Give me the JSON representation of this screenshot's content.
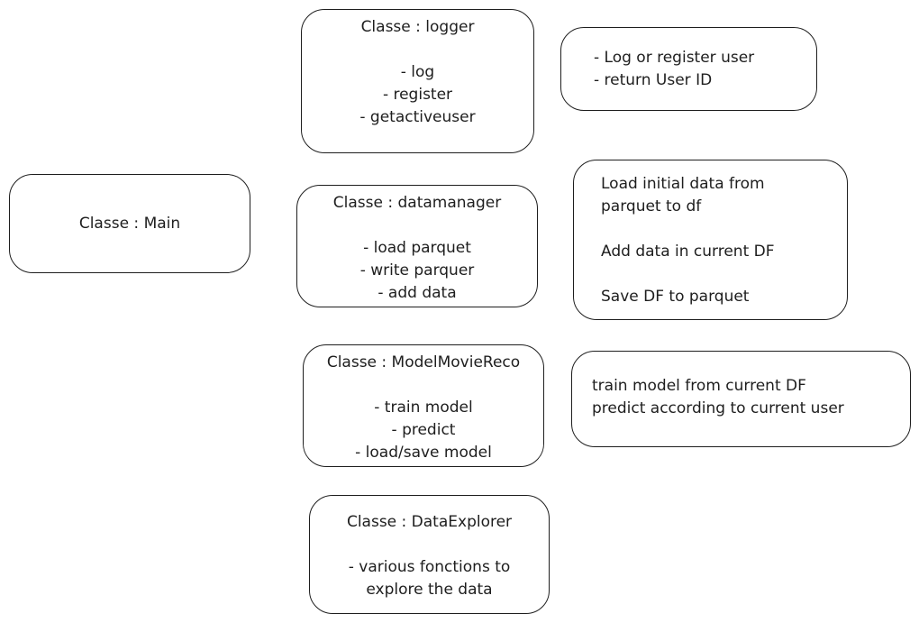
{
  "classes": {
    "main": {
      "text": "Classe : Main"
    },
    "logger": {
      "text": "Classe : logger\n\n- log\n- register\n- getactiveuser"
    },
    "datamanager": {
      "text": "Classe : datamanager\n\n- load parquet\n- write parquer\n- add data"
    },
    "model": {
      "text": "Classe : ModelMovieReco\n\n- train model\n- predict\n- load/save model"
    },
    "explorer": {
      "text": "Classe : DataExplorer\n\n- various fonctions to\nexplore the data"
    }
  },
  "descriptions": {
    "logger": {
      "text": "- Log or register user\n- return User ID"
    },
    "datamanager": {
      "text": "Load initial data from\nparquet to df\n\nAdd data in current DF\n\nSave DF to parquet"
    },
    "model": {
      "text": "train model from current DF\npredict according to current user"
    }
  }
}
